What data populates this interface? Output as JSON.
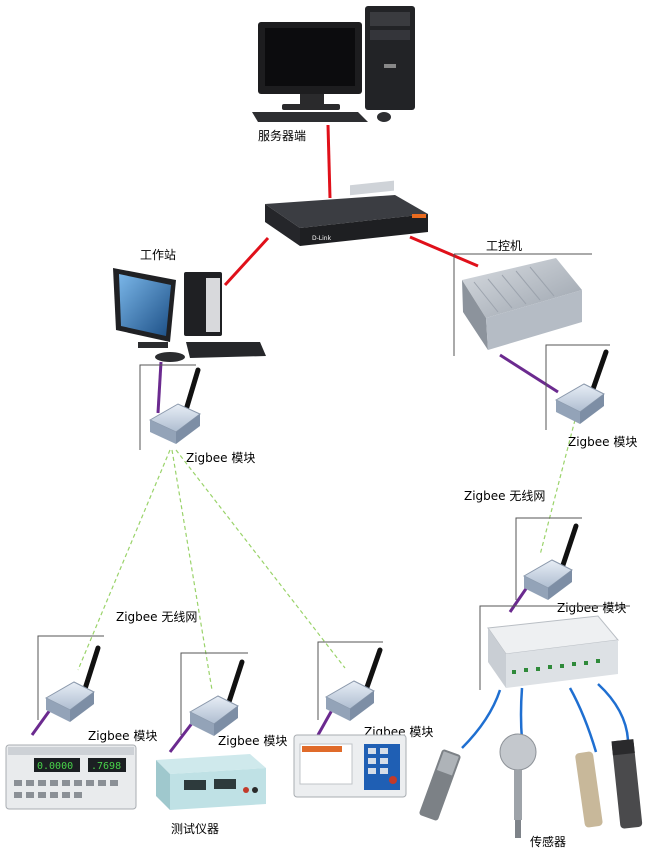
{
  "labels": {
    "server": "服务器端",
    "workstation": "工作站",
    "ipc": "工控机",
    "module_ws": "Zigbee 模块",
    "module_ipc": "Zigbee 模块",
    "net_right": "Zigbee 无线网",
    "net_left": "Zigbee 无线网",
    "module_right_hub": "Zigbee 模块",
    "module_inst1": "Zigbee 模块",
    "module_inst2": "Zigbee 模块",
    "module_inst3": "Zigbee 模块",
    "instruments": "测试仪器",
    "sensors": "传感器"
  },
  "device_text": {
    "switch_brand": "D-Link",
    "meter_display_1": "0.0000",
    "meter_display_2": ".7698"
  },
  "colors": {
    "wired_link": "#e0101a",
    "module_link": "#6b2a8f",
    "wireless_link": "#9ad36a",
    "sensor_cable": "#1f6fd1"
  }
}
